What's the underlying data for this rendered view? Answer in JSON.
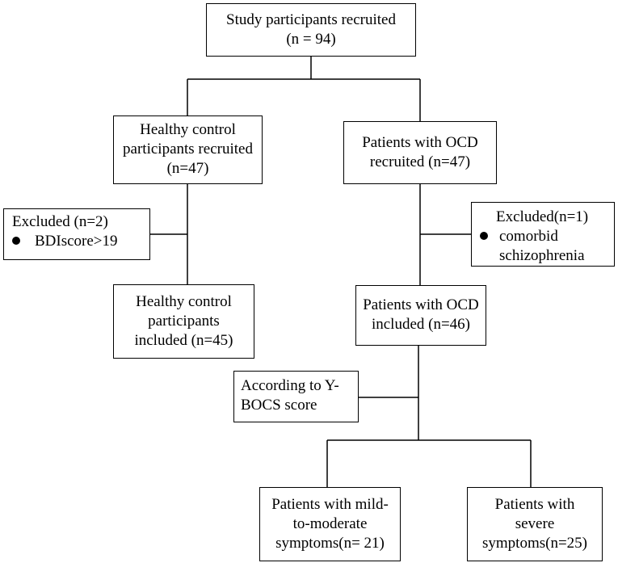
{
  "flowchart": {
    "recruited": {
      "lines": [
        "Study participants recruited",
        "(n = 94)"
      ]
    },
    "hc_recruited": {
      "lines": [
        "Healthy control",
        "participants recruited",
        "(n=47)"
      ]
    },
    "ocd_recruited": {
      "lines": [
        "Patients with OCD",
        "recruited (n=47)"
      ]
    },
    "hc_excluded": {
      "title": "Excluded (n=2)",
      "bullets": [
        "BDIscore>19"
      ]
    },
    "ocd_excluded": {
      "title": "Excluded(n=1)",
      "bullets": [
        "comorbid",
        "schizophrenia"
      ]
    },
    "hc_included": {
      "lines": [
        "Healthy control",
        "participants",
        "included (n=45)"
      ]
    },
    "ocd_included": {
      "lines": [
        "Patients with OCD",
        "included (n=46)"
      ]
    },
    "ybocs": {
      "lines": [
        "According to Y-",
        "BOCS score"
      ]
    },
    "mild": {
      "lines": [
        "Patients with mild-",
        "to-moderate",
        "symptoms(n= 21)"
      ]
    },
    "severe": {
      "lines": [
        "Patients with",
        "severe",
        "symptoms(n=25)"
      ]
    }
  }
}
